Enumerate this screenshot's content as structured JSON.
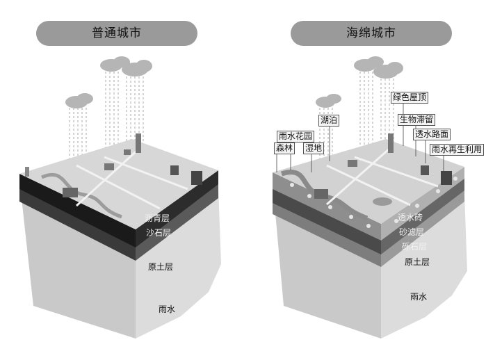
{
  "left": {
    "title": "普通城市",
    "labels": {
      "asphalt": "沥青层",
      "gravel": "沙石层",
      "soil": "原土层",
      "rain": "雨水"
    }
  },
  "right": {
    "title": "海绵城市",
    "labels": {
      "green_roof": "绿色屋顶",
      "bio_retention": "生物滞留",
      "permeable_road": "透水路面",
      "rain_reuse": "雨水再生利用",
      "lake": "湖泊",
      "rain_garden": "雨水花园",
      "forest": "森林",
      "wetland": "湿地",
      "permeable_brick": "透水砖",
      "gravel_filter": "砂滤层",
      "crushed_stone": "砾石层",
      "soil": "原土层",
      "rain": "雨水"
    }
  }
}
